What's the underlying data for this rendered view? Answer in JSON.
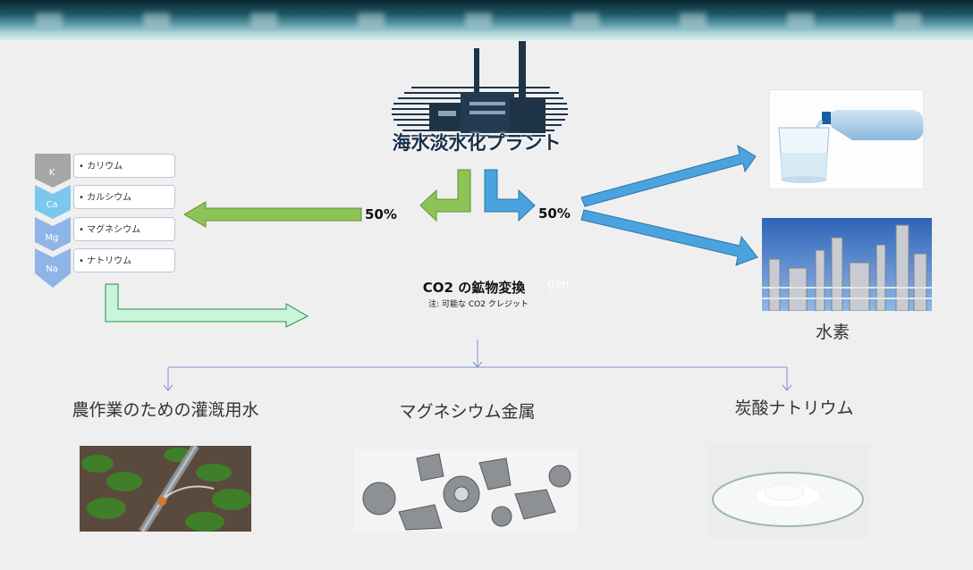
{
  "plant": {
    "title": "海水淡水化プラント"
  },
  "split": {
    "left_percent": "50%",
    "right_percent": "50%"
  },
  "elements": [
    {
      "symbol": "K",
      "name": "• カリウム",
      "color": "#a6a6a6"
    },
    {
      "symbol": "Ca",
      "name": "• カルシウム",
      "color": "#7cc8ec"
    },
    {
      "symbol": "Mg",
      "name": "• マグネシウム",
      "color": "#8fb4e8"
    },
    {
      "symbol": "Na",
      "name": "• ナトリウム",
      "color": "#8fb4e8"
    }
  ],
  "co2": {
    "title": "CO2 の鉱物変換",
    "ghost_text": "gen",
    "note": "注: 可能な CO2 クレジット"
  },
  "outputs": {
    "hydrogen_label": "水素"
  },
  "products": [
    {
      "label": "農作業のための灌漑用水"
    },
    {
      "label": "マグネシウム金属"
    },
    {
      "label": "炭酸ナトリウム"
    }
  ],
  "colors": {
    "green_arrow": "#8dc357",
    "blue_arrow": "#4aa3df",
    "mint_arrow": "#c9f5d9",
    "line": "#7f8fd1"
  }
}
